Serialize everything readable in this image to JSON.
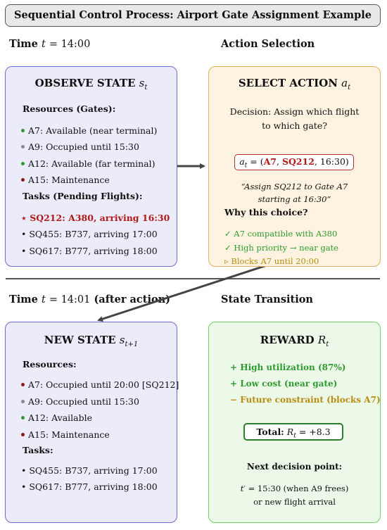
{
  "title": "Sequential Control Process: Airport Gate Assignment Example",
  "headers": {
    "time1_prefix": "Time",
    "time1_var": "t",
    "time1_value": "= 14:00",
    "action_selection": "Action Selection",
    "time2_prefix": "Time",
    "time2_var": "t",
    "time2_value": "= 14:01",
    "time2_suffix": "(after action)",
    "state_transition": "State Transition"
  },
  "observe": {
    "title": "OBSERVE STATE",
    "title_var": "s",
    "title_sub": "t",
    "resources_label": "Resources (Gates):",
    "resources": [
      {
        "text": "A7: Available (near terminal)",
        "dot_color": "#2f9a2f"
      },
      {
        "text": "A9: Occupied until 15:30",
        "dot_color": "#8a8a8a"
      },
      {
        "text": "A12: Available (far terminal)",
        "dot_color": "#2f9a2f"
      },
      {
        "text": "A15: Maintenance",
        "dot_color": "#8b1a1a"
      }
    ],
    "tasks_label": "Tasks (Pending Flights):",
    "tasks": [
      {
        "marker": "⋆",
        "text": "SQ212: A380, arriving 16:30"
      },
      {
        "marker": "•",
        "text": "SQ455: B737, arriving 17:00"
      },
      {
        "marker": "•",
        "text": "SQ617: B777, arriving 18:00"
      }
    ]
  },
  "select": {
    "title": "SELECT ACTION",
    "title_var": "a",
    "title_sub": "t",
    "decision_line1": "Decision: Assign which flight",
    "decision_line2": "to which gate?",
    "formula_lhs_var": "a",
    "formula_lhs_sub": "t",
    "formula_eq": "= (",
    "formula_gate": "A7",
    "formula_sep1": ", ",
    "formula_flight": "SQ212",
    "formula_sep2": ", 16:30)",
    "quote_line1": "“Assign SQ212 to Gate A7",
    "quote_line2": "starting at 16:30”",
    "why_label": "Why this choice?",
    "reasons": [
      {
        "text": "✓ A7 compatible with A380",
        "color": "#2f9a2f"
      },
      {
        "text": "✓ High priority → near gate",
        "color": "#2f9a2f"
      },
      {
        "text": "▹ Blocks A7 until 20:00",
        "color": "#b98b10"
      }
    ]
  },
  "newstate": {
    "title": "NEW STATE",
    "title_var": "s",
    "title_sub": "t+1",
    "resources_label": "Resources:",
    "resources": [
      {
        "text": "A7: Occupied until 20:00 [SQ212]",
        "dot_color": "#8b1a1a"
      },
      {
        "text": "A9: Occupied until 15:30",
        "dot_color": "#8a8a8a"
      },
      {
        "text": "A12: Available",
        "dot_color": "#2f9a2f"
      },
      {
        "text": "A15: Maintenance",
        "dot_color": "#8b1a1a"
      }
    ],
    "tasks_label": "Tasks:",
    "tasks": [
      {
        "marker": "•",
        "text": "SQ455: B737, arriving 17:00"
      },
      {
        "marker": "•",
        "text": "SQ617: B777, arriving 18:00"
      }
    ]
  },
  "reward": {
    "title": "REWARD",
    "title_var": "R",
    "title_sub": "t",
    "items": [
      {
        "text": "+ High utilization (87%)",
        "color": "#2f9a2f"
      },
      {
        "text": "+ Low cost (near gate)",
        "color": "#2f9a2f"
      },
      {
        "text": "− Future constraint (blocks A7)",
        "color": "#b98b10"
      }
    ],
    "total_label": "Total:",
    "total_var": "R",
    "total_sub": "t",
    "total_value": "= +8.3",
    "next_label": "Next decision point:",
    "next_line1_var": "t′",
    "next_line1": "= 15:30 (when A9 frees)",
    "next_line2": "or new flight arrival"
  },
  "colors": {
    "blue_border": "#6b6bd1",
    "orange_border": "#e2b25c",
    "green_border": "#6dd35b",
    "highlight_red": "#b01818",
    "check_green": "#2f9a2f",
    "amber": "#b98b10"
  }
}
